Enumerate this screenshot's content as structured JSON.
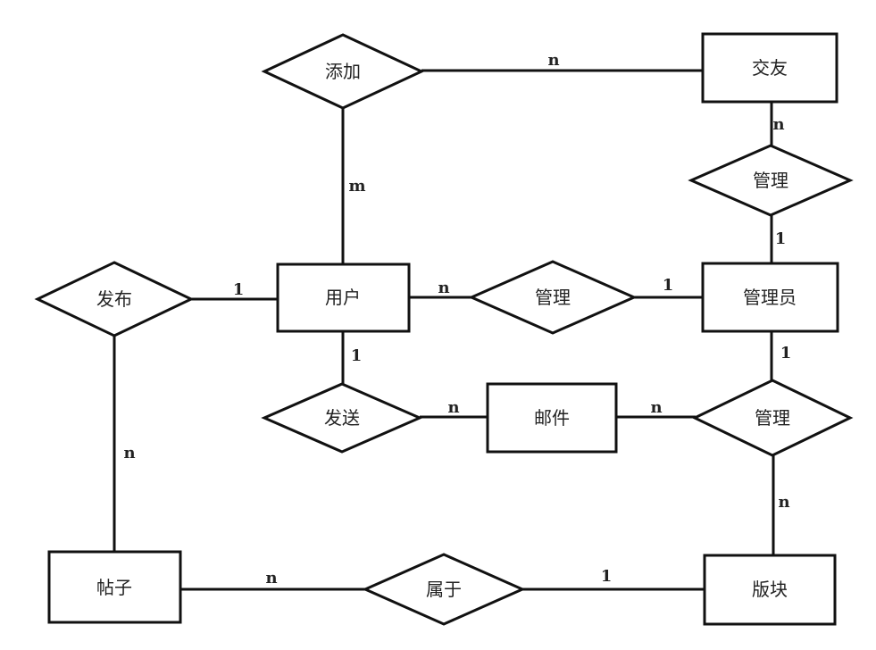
{
  "entities": {
    "jiaoyou": "交友",
    "guanliyuan": "管理员",
    "yonghu": "用户",
    "youjian": "邮件",
    "tiezi": "帖子",
    "bankuai": "版块"
  },
  "relationships": {
    "tianjia": "添加",
    "guanli_top": "管理",
    "guanli_mid": "管理",
    "guanli_low": "管理",
    "fabu": "发布",
    "fasong": "发送",
    "shuyu": "属于"
  },
  "cardinalities": {
    "tianjia_jiaoyou": "n",
    "tianjia_yonghu": "m",
    "jiaoyou_guanli": "n",
    "guanli_guanliyuan_top": "1",
    "fabu_yonghu": "1",
    "yonghu_guanli": "n",
    "guanli_guanliyuan_mid": "1",
    "yonghu_fasong": "1",
    "fasong_youjian": "n",
    "youjian_guanli": "n",
    "guanliyuan_guanli_low": "1",
    "guanli_bankuai": "n",
    "fabu_tiezi": "n",
    "tiezi_shuyu": "n",
    "shuyu_bankuai": "1"
  }
}
